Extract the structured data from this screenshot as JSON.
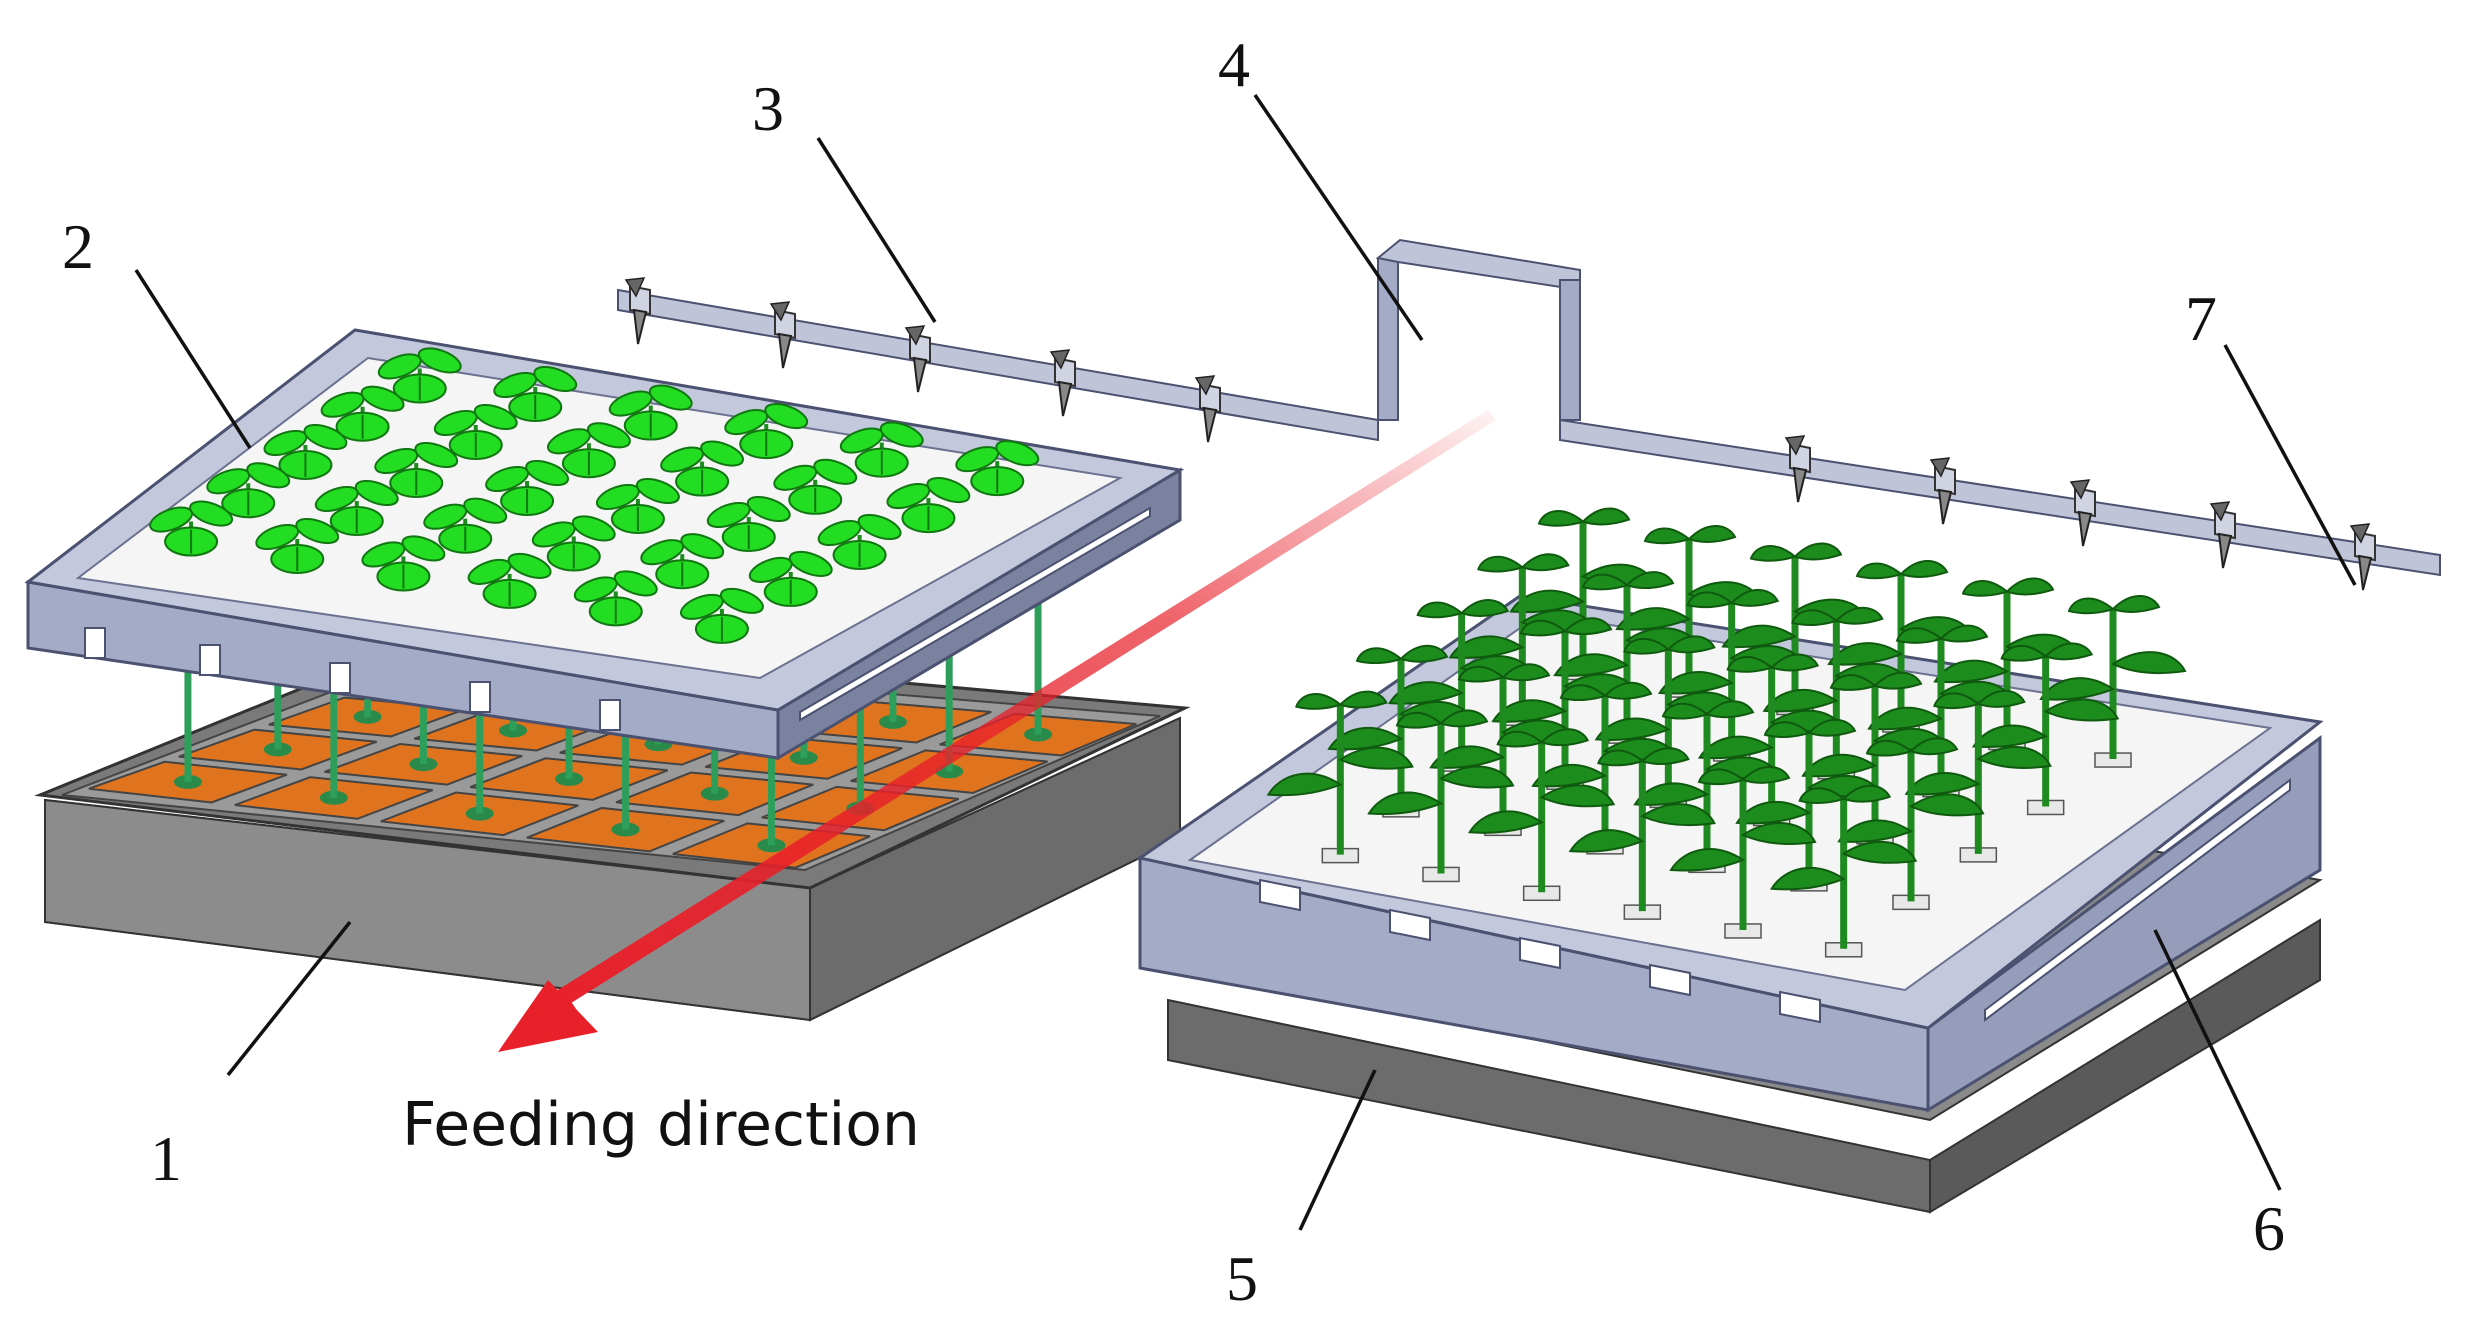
{
  "diagram": {
    "callouts": [
      {
        "id": "1",
        "label": "1"
      },
      {
        "id": "2",
        "label": "2"
      },
      {
        "id": "3",
        "label": "3"
      },
      {
        "id": "4",
        "label": "4"
      },
      {
        "id": "5",
        "label": "5"
      },
      {
        "id": "6",
        "label": "6"
      },
      {
        "id": "7",
        "label": "7"
      }
    ],
    "arrow_caption": "Feeding direction",
    "colors": {
      "frame": "#a4abc6",
      "frame_dark": "#7b82a0",
      "frame_edge": "#4b5170",
      "tray_gray": "#8e8e8e",
      "tray_dark": "#6c6c6c",
      "cell_orange": "#e0731e",
      "seedling_light": "#22dd22",
      "seedling_dark": "#1c8c1c",
      "stem_green": "#2e9f5a",
      "arrow_red": "#e8202a",
      "board_white": "#f5f5f5"
    },
    "icons": [
      "nozzle-icon",
      "seedling-icon",
      "needle-icon"
    ]
  }
}
